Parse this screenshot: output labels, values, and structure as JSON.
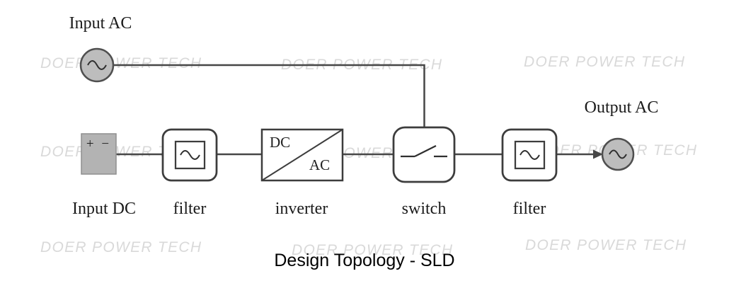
{
  "title": "Design Topology - SLD",
  "watermark": {
    "text": "DOER POWER TECH"
  },
  "sources": {
    "input_ac": {
      "label": "Input AC"
    },
    "output_ac": {
      "label": "Output AC"
    }
  },
  "blocks": {
    "input_dc": {
      "label": "Input DC",
      "symbol": "+ −"
    },
    "filter1": {
      "label": "filter"
    },
    "inverter": {
      "label": "inverter",
      "top": "DC",
      "bottom": "AC"
    },
    "switch": {
      "label": "switch"
    },
    "filter2": {
      "label": "filter"
    }
  },
  "colors": {
    "line": "#474747",
    "block_border": "#3d3d3d",
    "source_fill": "#bdbdbd",
    "dc_square_fill": "#b3b3b3",
    "watermark": "#d9d9d9",
    "label_text": "#1b1b1b"
  }
}
